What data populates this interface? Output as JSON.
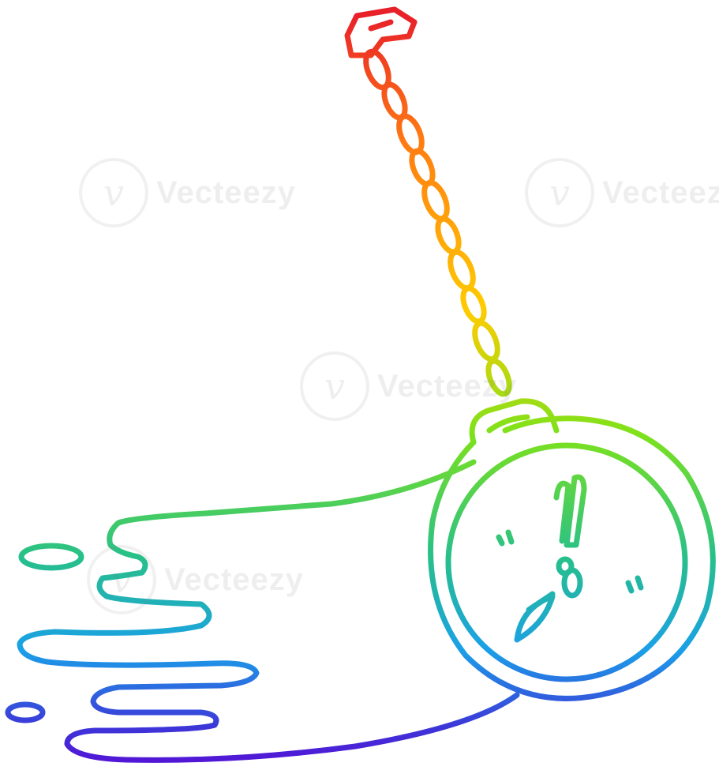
{
  "image": {
    "subject": "pocket watch on chain",
    "gradient": [
      "#e8202a",
      "#ff7a12",
      "#ffcc00",
      "#7ee21a",
      "#27c08a",
      "#1aa0e8",
      "#3d35d8",
      "#5a0bd6"
    ]
  },
  "watermark": {
    "text": "Vecteezy",
    "logo_glyph": "v"
  }
}
